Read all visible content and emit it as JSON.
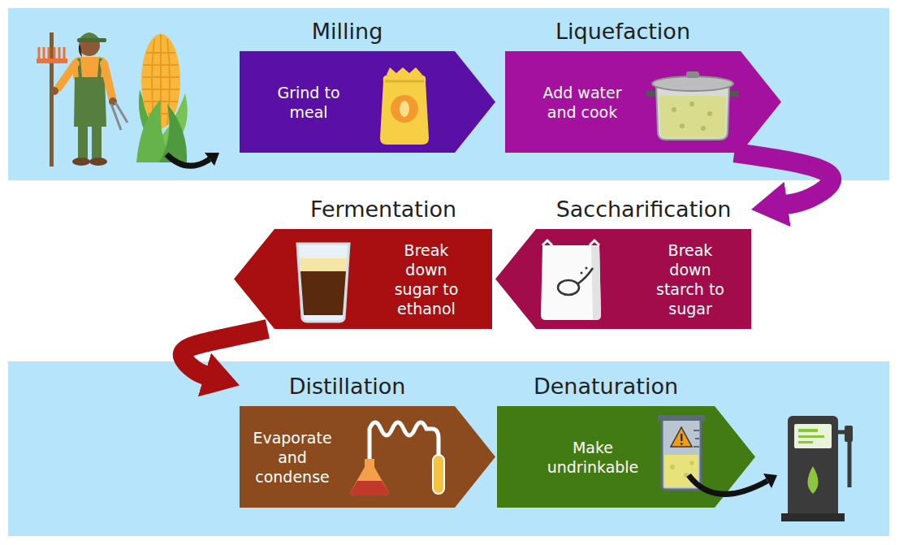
{
  "diagram": {
    "nodes": [
      {
        "text": [
          "Milling",
          "Grind to meal"
        ]
      },
      {
        "text": [
          "Liquefaction",
          "Add water and cook"
        ]
      },
      {
        "text": [
          "Saccharification",
          "Break down starch to sugar"
        ]
      },
      {
        "text": [
          "Fermentation",
          "Break down sugar to ethanol"
        ]
      },
      {
        "text": [
          "Distillation",
          "Evaporate and condense"
        ]
      },
      {
        "text": [
          "Denaturation",
          "Make undrinkable"
        ]
      }
    ],
    "edges": [
      {
        "from": 1,
        "to": 2,
        "arrow": "to"
      },
      {
        "from": 3,
        "to": 4,
        "arrow": "to"
      }
    ]
  }
}
